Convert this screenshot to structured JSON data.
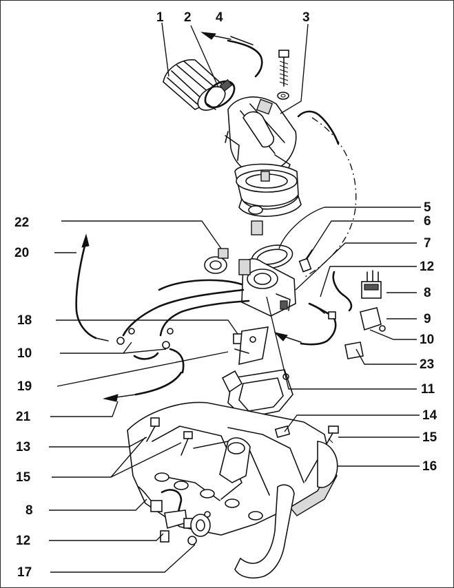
{
  "diagram": {
    "callouts": [
      {
        "id": "c1",
        "text": "1"
      },
      {
        "id": "c2",
        "text": "2"
      },
      {
        "id": "c4",
        "text": "4"
      },
      {
        "id": "c3",
        "text": "3"
      },
      {
        "id": "c5",
        "text": "5"
      },
      {
        "id": "c22",
        "text": "22"
      },
      {
        "id": "c6",
        "text": "6"
      },
      {
        "id": "c20",
        "text": "20"
      },
      {
        "id": "c7",
        "text": "7"
      },
      {
        "id": "c12a",
        "text": "12"
      },
      {
        "id": "c8a",
        "text": "8"
      },
      {
        "id": "c18",
        "text": "18"
      },
      {
        "id": "c9",
        "text": "9"
      },
      {
        "id": "c10a",
        "text": "10"
      },
      {
        "id": "c10b",
        "text": "10"
      },
      {
        "id": "c23",
        "text": "23"
      },
      {
        "id": "c19",
        "text": "19"
      },
      {
        "id": "c11",
        "text": "11"
      },
      {
        "id": "c21",
        "text": "21"
      },
      {
        "id": "c14",
        "text": "14"
      },
      {
        "id": "c13",
        "text": "13"
      },
      {
        "id": "c15a",
        "text": "15"
      },
      {
        "id": "c15b",
        "text": "15"
      },
      {
        "id": "c16",
        "text": "16"
      },
      {
        "id": "c8b",
        "text": "8"
      },
      {
        "id": "c12b",
        "text": "12"
      },
      {
        "id": "c17",
        "text": "17"
      }
    ],
    "colors": {
      "ink": "#111111",
      "paper": "#ffffff",
      "shade": "#d9d9d9"
    }
  }
}
